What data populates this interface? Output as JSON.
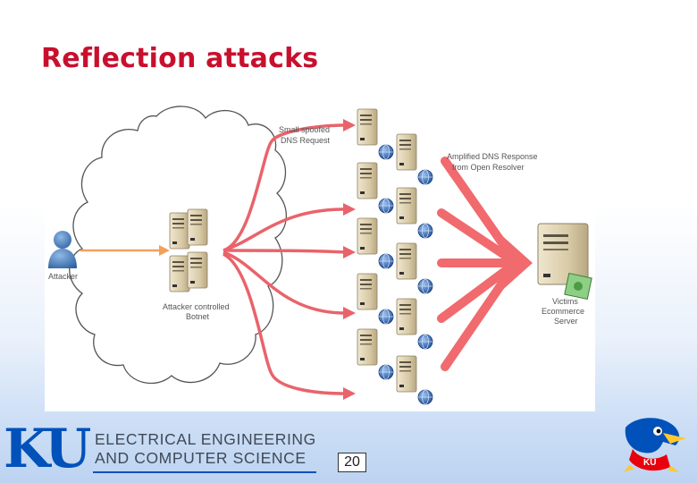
{
  "slide": {
    "title": "Reflection attacks",
    "page_number": "20"
  },
  "diagram": {
    "attacker_label": "Attacker",
    "botnet_label_line1": "Attacker controlled",
    "botnet_label_line2": "Botnet",
    "request_label_line1": "Small spoofed",
    "request_label_line2": "DNS Request",
    "response_label_line1": "Amplified DNS Response",
    "response_label_line2": "from Open Resolver",
    "victim_label_line1": "Victims",
    "victim_label_line2": "Ecommerce",
    "victim_label_line3": "Server",
    "colors": {
      "request_arrow": "#e9636b",
      "response_arrow": "#f06a6e",
      "attacker_arrow": "#f4a05a",
      "server": "#d9cba7",
      "globe": "#2d63b4",
      "person": "#3d78b8"
    }
  },
  "footer": {
    "logo_letters": "KU",
    "dept_line1": "ELECTRICAL ENGINEERING",
    "dept_line2": "AND COMPUTER SCIENCE",
    "mascot_icon": "jayhawk-mascot-icon",
    "colors": {
      "ku_blue": "#0051ba",
      "ku_red": "#e8000d",
      "ku_yellow": "#ffc82d"
    }
  }
}
